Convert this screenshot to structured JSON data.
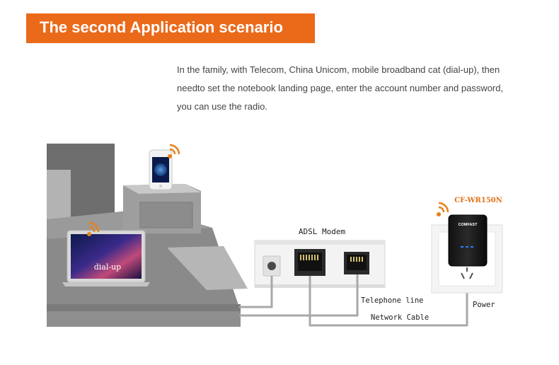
{
  "banner": {
    "title": "The second Application scenario"
  },
  "description": {
    "lines": [
      "In the family, with Telecom, China Unicom, mobile broadband cat (dial-up), then",
      "needto set the notebook landing page, enter the account number and password,",
      "you can use the radio."
    ]
  },
  "labels": {
    "laptop_screen": "dial-up",
    "modem": "ADSL Modem",
    "router_model": "CF-WR150N",
    "router_brand": "COMFAST",
    "telephone_line": "Telephone line",
    "network_cable": "Network Cable",
    "power": "Power"
  },
  "colors": {
    "accent": "#ea6a1a",
    "wifi": "#e8811a",
    "cable": "#a8a8a8"
  },
  "icons": [
    "wifi-signal-icon",
    "smartphone-icon",
    "laptop-icon",
    "modem-icon",
    "wireless-router-icon",
    "wall-outlet-icon"
  ]
}
